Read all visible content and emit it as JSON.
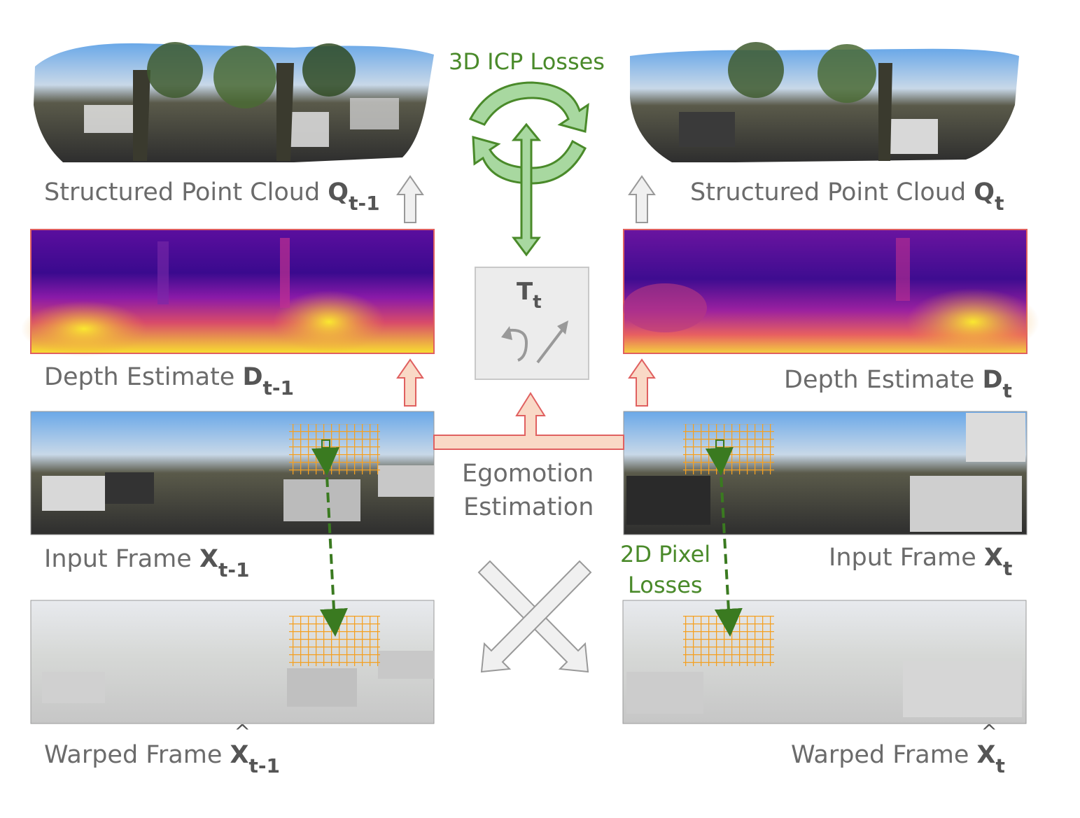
{
  "left": {
    "point_cloud": {
      "text": "Structured Point Cloud ",
      "var": "Q",
      "sub": "t-1"
    },
    "depth": {
      "text": "Depth Estimate ",
      "var": "D",
      "sub": "t-1"
    },
    "input": {
      "text": "Input Frame ",
      "var": "X",
      "sub": "t-1"
    },
    "warped": {
      "text": "Warped Frame ",
      "var": "X",
      "sub": "t-1"
    }
  },
  "right": {
    "point_cloud": {
      "text": "Structured Point Cloud ",
      "var": "Q",
      "sub": "t"
    },
    "depth": {
      "text": "Depth Estimate ",
      "var": "D",
      "sub": "t"
    },
    "input": {
      "text": "Input Frame ",
      "var": "X",
      "sub": "t"
    },
    "warped": {
      "text": "Warped Frame ",
      "var": "X",
      "sub": "t"
    }
  },
  "center": {
    "icp_label": "3D ICP Losses",
    "transform": {
      "var": "T",
      "sub": "t"
    },
    "egomotion_line1": "Egomotion",
    "egomotion_line2": "Estimation",
    "pixel_loss_line1": "2D Pixel",
    "pixel_loss_line2": "Losses"
  },
  "colors": {
    "green": "#4a8a2a",
    "light_green": "#a8d8a0",
    "salmon": "#f9d9c6",
    "salmon_stroke": "#e06060",
    "gray_arrow": "#f0f0f0",
    "gray_stroke": "#999999",
    "orange_grid": "#f5a020"
  }
}
